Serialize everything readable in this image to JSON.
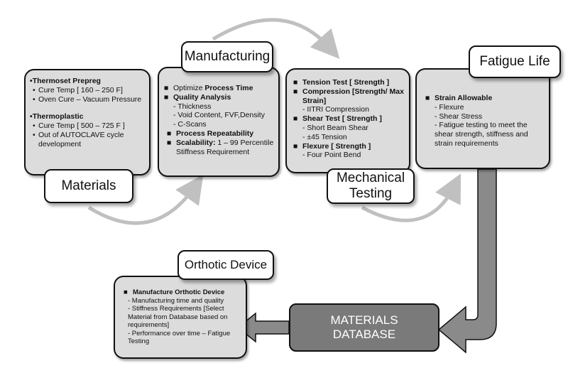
{
  "labels": {
    "manufacturing": "Manufacturing",
    "fatigue_life": "Fatigue Life",
    "materials": "Materials",
    "mechanical_testing": [
      "Mechanical",
      "Testing"
    ],
    "orthotic_device": "Orthotic Device",
    "materials_database": [
      "MATERIALS",
      "DATABASE"
    ]
  },
  "materials": {
    "thermoset_heading": "Thermoset Prepreg",
    "thermoset_items": [
      "Cure Temp [ 160 – 250 F]",
      "Oven Cure – Vacuum Pressure"
    ],
    "thermoplastic_heading": "Thermoplastic",
    "thermoplastic_items": [
      "Cure Temp [ 500 – 725 F ]",
      "Out of AUTOCLAVE cycle development"
    ]
  },
  "manufacturing": {
    "item1_pre": "Optimize ",
    "item1_bold": "Process Time",
    "item2": "Quality Analysis",
    "item2_subs": [
      "- Thickness",
      "- Void Content, FVF,Density",
      "- C-Scans"
    ],
    "item3": "Process Repeatability",
    "item4_bold": "Scalability:",
    "item4_rest": " 1 – 99 Percentile Stiffness Requirement"
  },
  "mechanical": {
    "tension": "Tension Test [ Strength ]",
    "compression": "Compression [Strength/ Max Strain]",
    "compression_sub": "- IITRI Compression",
    "shear": "Shear Test [ Strength ]",
    "shear_subs": [
      "- Short Beam Shear",
      "- ±45 Tension"
    ],
    "flexure": "Flexure [ Strength ]",
    "flexure_sub": "- Four Point Bend"
  },
  "fatigue": {
    "heading": "Strain Allowable",
    "subs": [
      "- Flexure",
      "- Shear Stress",
      "- Fatigue testing to meet the shear strength, stiffness and strain requirements"
    ]
  },
  "orthotic": {
    "heading": "Manufacture Orthotic Device",
    "subs": [
      "- Manufacturing time and quality",
      "- Stiffness Requirements [Select Material from Database based on requirements]",
      "- Performance over time – Fatigue Testing"
    ]
  },
  "bullet_square": "■",
  "bullet_dot": "•",
  "colors": {
    "box_fill": "#dcdcdc",
    "database_fill": "#7a7a7a",
    "arrow_gray": "#c0c0c0",
    "flow_arrow": "#8a8a8a"
  }
}
